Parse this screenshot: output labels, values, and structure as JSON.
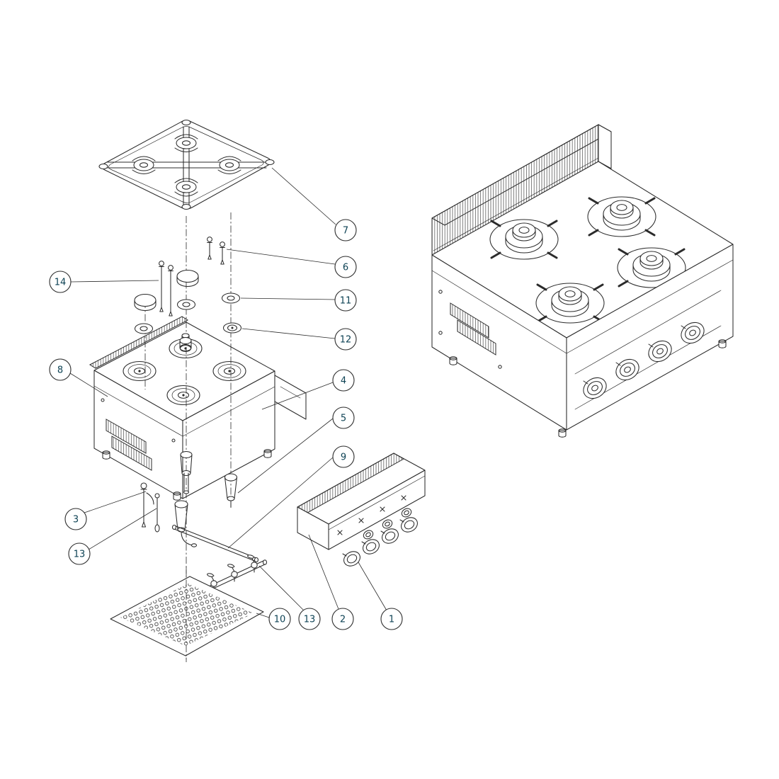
{
  "diagram": {
    "type": "exploded-parts-diagram",
    "callouts": [
      {
        "label": "7"
      },
      {
        "label": "6"
      },
      {
        "label": "14"
      },
      {
        "label": "11"
      },
      {
        "label": "12"
      },
      {
        "label": "8"
      },
      {
        "label": "4"
      },
      {
        "label": "5"
      },
      {
        "label": "9"
      },
      {
        "label": "3"
      },
      {
        "label": "13"
      },
      {
        "label": "10"
      },
      {
        "label": "13"
      },
      {
        "label": "2"
      },
      {
        "label": "1"
      }
    ],
    "colors": {
      "line": "#2b2b2b",
      "callout_text": "#0d4254",
      "background": "#ffffff"
    }
  }
}
